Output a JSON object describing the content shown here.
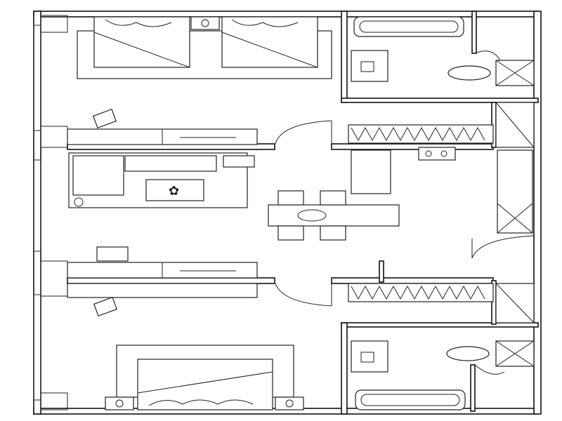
{
  "diagram": {
    "kind": "architectural-floor-plan",
    "rooms": [
      "bedroom-top",
      "living-room",
      "bedroom-bottom",
      "bathroom-top",
      "bathroom-bottom",
      "kitchen"
    ],
    "fixtures": [
      "double-bed",
      "twin-beds",
      "bathtub",
      "toilet",
      "sink",
      "sofa",
      "dining-table",
      "wardrobe",
      "stove"
    ],
    "line_color": "#111111",
    "background_color": "#ffffff"
  }
}
